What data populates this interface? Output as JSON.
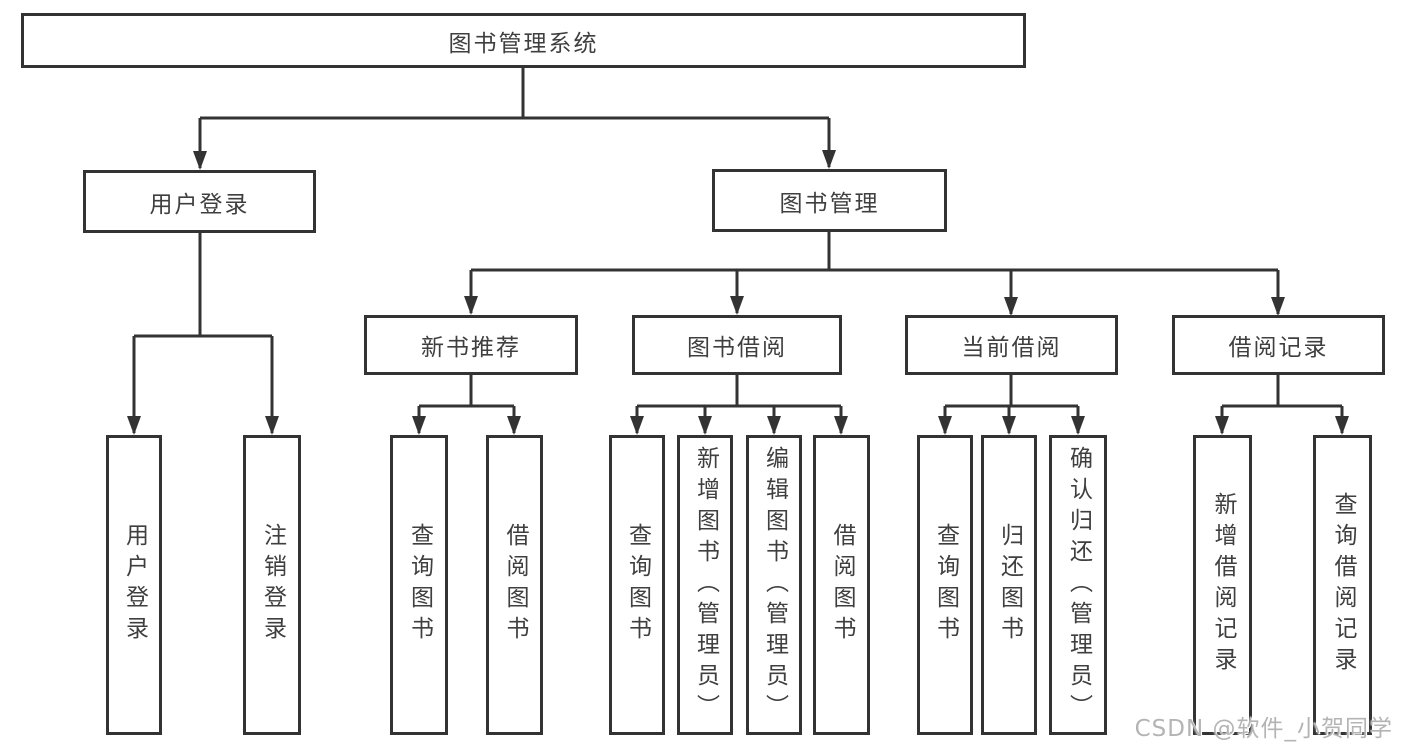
{
  "tree": {
    "root": {
      "label": "图书管理系统"
    },
    "branches": [
      {
        "label": "用户登录",
        "leaves": [
          {
            "label": "用户登录"
          },
          {
            "label": "注销登录"
          }
        ]
      },
      {
        "label": "图书管理",
        "groups": [
          {
            "label": "新书推荐",
            "leaves": [
              {
                "label": "查询图书"
              },
              {
                "label": "借阅图书"
              }
            ]
          },
          {
            "label": "图书借阅",
            "leaves": [
              {
                "label": "查询图书"
              },
              {
                "label": "新增图书（管理员）"
              },
              {
                "label": "编辑图书（管理员）"
              },
              {
                "label": "借阅图书"
              }
            ]
          },
          {
            "label": "当前借阅",
            "leaves": [
              {
                "label": "查询图书"
              },
              {
                "label": "归还图书"
              },
              {
                "label": "确认归还（管理员）"
              }
            ]
          },
          {
            "label": "借阅记录",
            "leaves": [
              {
                "label": "新增借阅记录"
              },
              {
                "label": "查询借阅记录"
              }
            ]
          }
        ]
      }
    ]
  },
  "watermark": {
    "text": "CSDN @软件_小贺同学"
  },
  "colors": {
    "line": "#333333",
    "text": "#3f3f3f",
    "watermark": "#b4b4b4",
    "background": "#ffffff"
  }
}
